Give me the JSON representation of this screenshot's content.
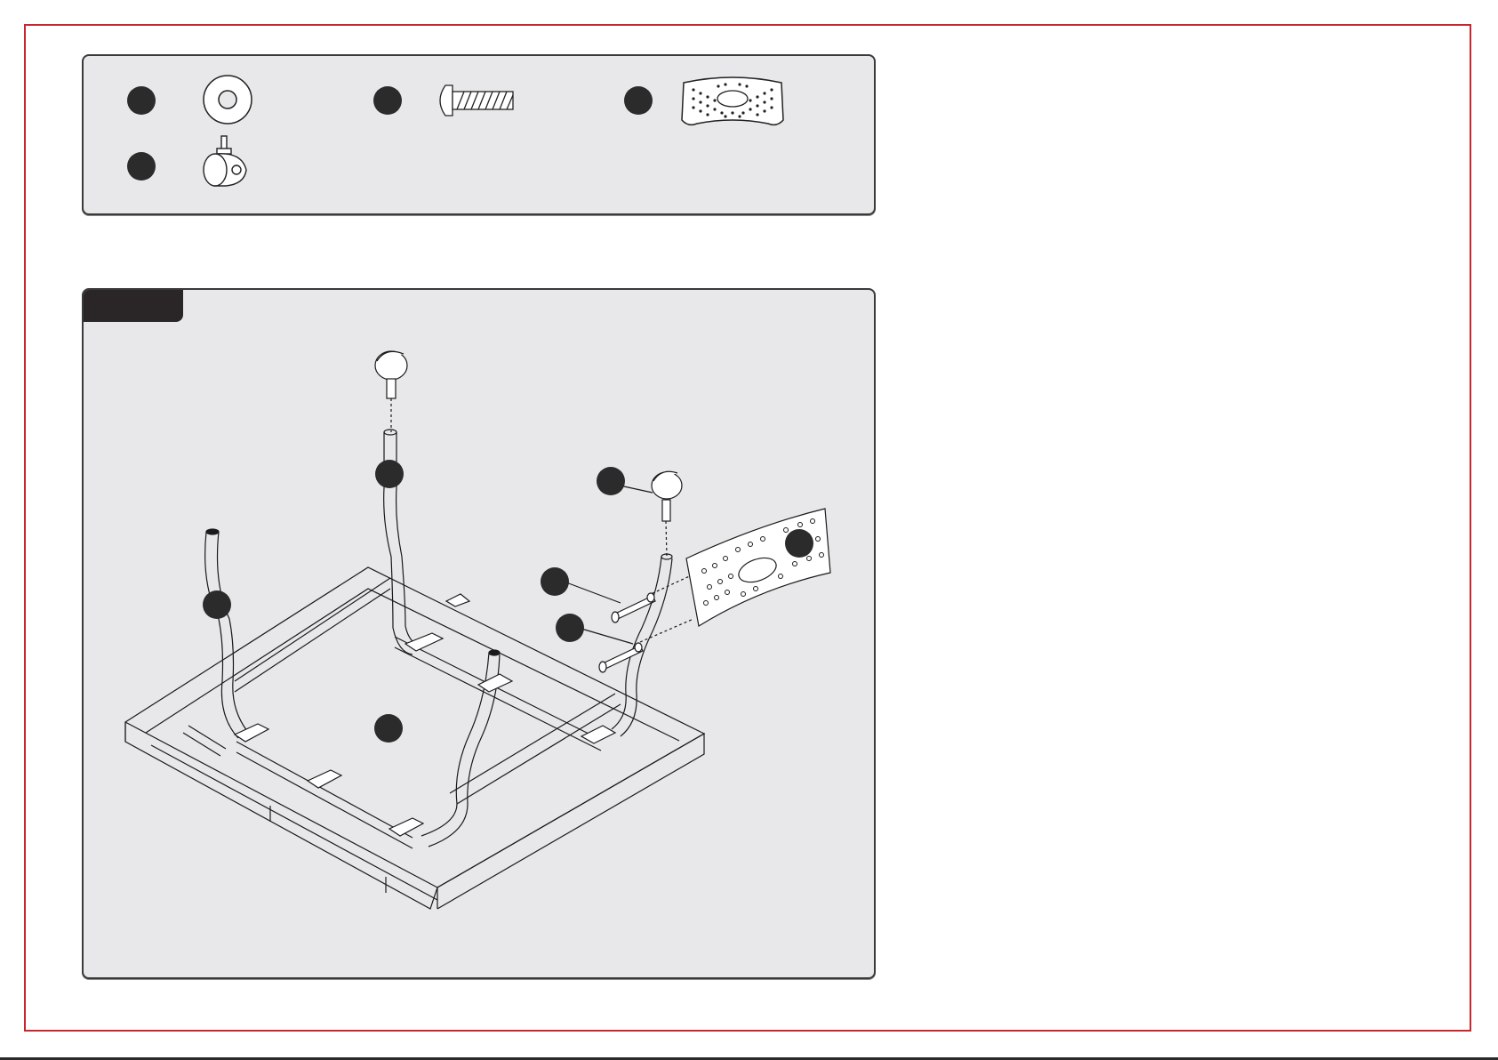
{
  "document": {
    "step_tab_label": ""
  },
  "parts": [
    {
      "id": "washer",
      "icon": "washer-icon"
    },
    {
      "id": "bolt",
      "icon": "bolt-icon"
    },
    {
      "id": "foot-rest-plate",
      "icon": "perforated-plate-icon"
    },
    {
      "id": "caster",
      "icon": "caster-wheel-icon"
    }
  ],
  "colors": {
    "frame": "#c8262d",
    "panel": "#e8e8ea",
    "tab": "#2a2627",
    "callout": "#2b2b2b",
    "line": "#1a1a1a"
  }
}
